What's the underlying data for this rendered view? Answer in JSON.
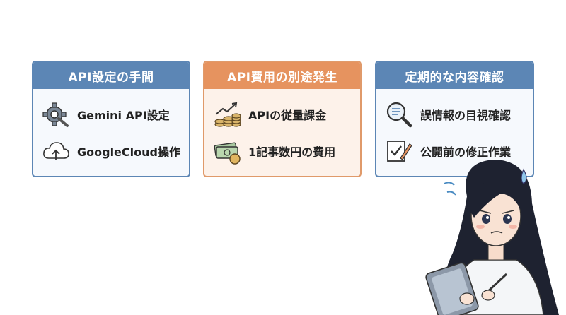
{
  "cards": [
    {
      "title": "API設定の手間",
      "items": [
        {
          "icon": "gear-wrench-icon",
          "label": "Gemini API設定"
        },
        {
          "icon": "cloud-upload-icon",
          "label": "GoogleCloud操作"
        }
      ]
    },
    {
      "title": "API費用の別途発生",
      "items": [
        {
          "icon": "coins-chart-icon",
          "label": "APIの従量課金"
        },
        {
          "icon": "money-stack-icon",
          "label": "1記事数円の費用"
        }
      ]
    },
    {
      "title": "定期的な内容確認",
      "items": [
        {
          "icon": "magnifier-document-icon",
          "label": "誤情報の目視確認"
        },
        {
          "icon": "checklist-pen-icon",
          "label": "公開前の修正作業"
        }
      ]
    }
  ],
  "colors": {
    "blue_header": "#5c86b5",
    "orange_header": "#e6935f",
    "orange_bg": "#fdf2ea"
  }
}
